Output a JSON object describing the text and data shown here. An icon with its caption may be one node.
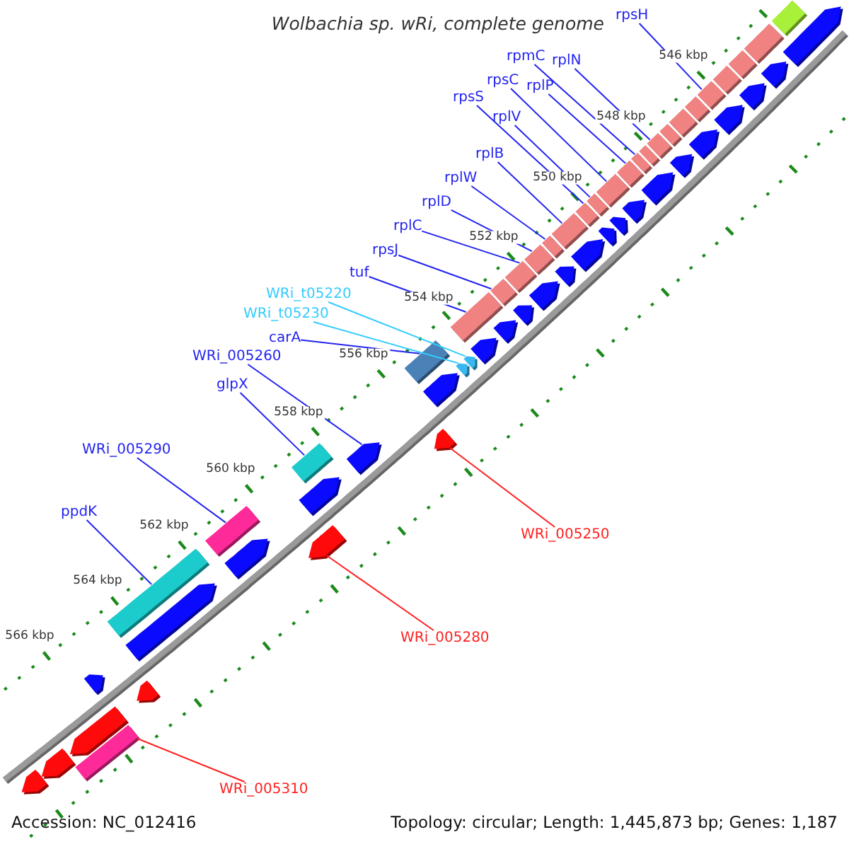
{
  "diagram": {
    "title": "Wolbachia sp. wRi, complete genome",
    "nodes": [
      {
        "text": [
          "rpsH"
        ]
      },
      {
        "text": [
          "rpmC"
        ]
      },
      {
        "text": [
          "rplN"
        ]
      },
      {
        "text": [
          "rpsC"
        ]
      },
      {
        "text": [
          "rplP"
        ]
      },
      {
        "text": [
          "rpsS"
        ]
      },
      {
        "text": [
          "rplV"
        ]
      },
      {
        "text": [
          "rplB"
        ]
      },
      {
        "text": [
          "rplW"
        ]
      },
      {
        "text": [
          "rplD"
        ]
      },
      {
        "text": [
          "rplC"
        ]
      },
      {
        "text": [
          "rpsJ"
        ]
      },
      {
        "text": [
          "tuf"
        ]
      },
      {
        "text": [
          "WRi_t05220"
        ]
      },
      {
        "text": [
          "WRi_t05230"
        ]
      },
      {
        "text": [
          "carA"
        ]
      },
      {
        "text": [
          "WRi_005260"
        ]
      },
      {
        "text": [
          "glpX"
        ]
      },
      {
        "text": [
          "WRi_005290"
        ]
      },
      {
        "text": [
          "ppdK"
        ]
      },
      {
        "text": [
          "WRi_005250"
        ]
      },
      {
        "text": [
          "WRi_005280"
        ]
      },
      {
        "text": [
          "WRi_005310"
        ]
      },
      {
        "text": [],
        "shape": "bar"
      },
      {
        "text": [],
        "shape": "bar"
      },
      {
        "text": [],
        "shape": "bar"
      },
      {
        "text": [],
        "shape": "bar"
      },
      {
        "text": [],
        "shape": "bar"
      },
      {
        "text": [],
        "shape": "bar"
      },
      {
        "text": [],
        "shape": "bar"
      },
      {
        "text": [],
        "shape": "bar"
      },
      {
        "text": [],
        "shape": "bar"
      },
      {
        "text": [],
        "shape": "bar"
      },
      {
        "text": [],
        "shape": "bar"
      },
      {
        "text": [],
        "shape": "bar"
      },
      {
        "text": [],
        "shape": "bar"
      },
      {
        "text": [],
        "shape": "pentagon"
      },
      {
        "text": [],
        "shape": "pentagon"
      },
      {
        "text": [],
        "shape": "bar"
      },
      {
        "text": [],
        "shape": "pentagon"
      },
      {
        "text": [],
        "shape": "bar"
      },
      {
        "text": [],
        "shape": "bar"
      },
      {
        "text": [],
        "shape": "bar"
      },
      {
        "text": [],
        "shape": "pentagon"
      },
      {
        "text": [],
        "shape": "pentagon"
      },
      {
        "text": [],
        "shape": "bar"
      },
      {
        "text": [],
        "shape": "bar"
      },
      {
        "text": [],
        "shape": "bar"
      },
      {
        "text": [],
        "shape": "bar"
      },
      {
        "text": [],
        "shape": "bar"
      },
      {
        "text": [],
        "shape": "bar"
      },
      {
        "text": [],
        "shape": "bar"
      },
      {
        "text": [],
        "shape": "bar"
      },
      {
        "text": [],
        "shape": "bar"
      },
      {
        "text": [],
        "shape": "pentagon"
      },
      {
        "text": [],
        "shape": "pentagon"
      },
      {
        "text": [],
        "shape": "pentagon"
      },
      {
        "text": [],
        "shape": "pentagon"
      },
      {
        "text": [],
        "shape": "pentagon"
      },
      {
        "text": [],
        "shape": "pentagon"
      },
      {
        "text": [],
        "shape": "pentagon"
      },
      {
        "text": [],
        "shape": "pentagon"
      },
      {
        "text": [],
        "shape": "pentagon"
      },
      {
        "text": [],
        "shape": "pentagon"
      },
      {
        "text": [],
        "shape": "pentagon"
      },
      {
        "text": [],
        "shape": "pentagon"
      },
      {
        "text": [],
        "shape": "pentagon"
      },
      {
        "text": [],
        "shape": "pentagon"
      },
      {
        "text": [],
        "shape": "pentagon"
      },
      {
        "text": [],
        "shape": "pentagon"
      },
      {
        "text": [],
        "shape": "pentagon"
      },
      {
        "text": [],
        "shape": "pentagon"
      },
      {
        "text": [],
        "shape": "pentagon"
      },
      {
        "text": [],
        "shape": "pentagon"
      },
      {
        "text": [],
        "shape": "pentagon"
      },
      {
        "text": [],
        "shape": "pentagon"
      },
      {
        "text": [],
        "shape": "pentagon"
      },
      {
        "text": [],
        "shape": "pentagon"
      },
      {
        "text": [],
        "shape": "pentagon"
      }
    ],
    "edges": [
      {
        "from": 0,
        "to": 23,
        "arrow": "none"
      },
      {
        "from": 1,
        "to": 24,
        "arrow": "none"
      },
      {
        "from": 2,
        "to": 25,
        "arrow": "none"
      },
      {
        "from": 3,
        "to": 26,
        "arrow": "none"
      },
      {
        "from": 4,
        "to": 27,
        "arrow": "none"
      },
      {
        "from": 5,
        "to": 28,
        "arrow": "none"
      },
      {
        "from": 6,
        "to": 29,
        "arrow": "none"
      },
      {
        "from": 7,
        "to": 30,
        "arrow": "none"
      },
      {
        "from": 8,
        "to": 31,
        "arrow": "none"
      },
      {
        "from": 9,
        "to": 32,
        "arrow": "none"
      },
      {
        "from": 10,
        "to": 33,
        "arrow": "none"
      },
      {
        "from": 11,
        "to": 34,
        "arrow": "none"
      },
      {
        "from": 12,
        "to": 35,
        "arrow": "none"
      },
      {
        "from": 13,
        "to": 36,
        "arrow": "none",
        "color": "#33ccff"
      },
      {
        "from": 14,
        "to": 37,
        "arrow": "none",
        "color": "#33ccff"
      },
      {
        "from": 15,
        "to": 38,
        "arrow": "none"
      },
      {
        "from": 16,
        "to": 39,
        "arrow": "none"
      },
      {
        "from": 17,
        "to": 40,
        "arrow": "none"
      },
      {
        "from": 18,
        "to": 41,
        "arrow": "none"
      },
      {
        "from": 19,
        "to": 42,
        "arrow": "none"
      },
      {
        "from": 20,
        "to": 43,
        "arrow": "none",
        "color": "#ff2020"
      },
      {
        "from": 21,
        "to": 44,
        "arrow": "none",
        "color": "#ff2020"
      },
      {
        "from": 22,
        "to": 45,
        "arrow": "none",
        "color": "#ff2020"
      }
    ],
    "labels": [
      "546 kbp",
      "548 kbp",
      "550 kbp",
      "552 kbp",
      "554 kbp",
      "556 kbp",
      "558 kbp",
      "560 kbp",
      "562 kbp",
      "564 kbp",
      "566 kbp",
      "Accession: NC_012416",
      "Topology: circular; Length: 1,445,873 bp; Genes: 1,187"
    ]
  }
}
